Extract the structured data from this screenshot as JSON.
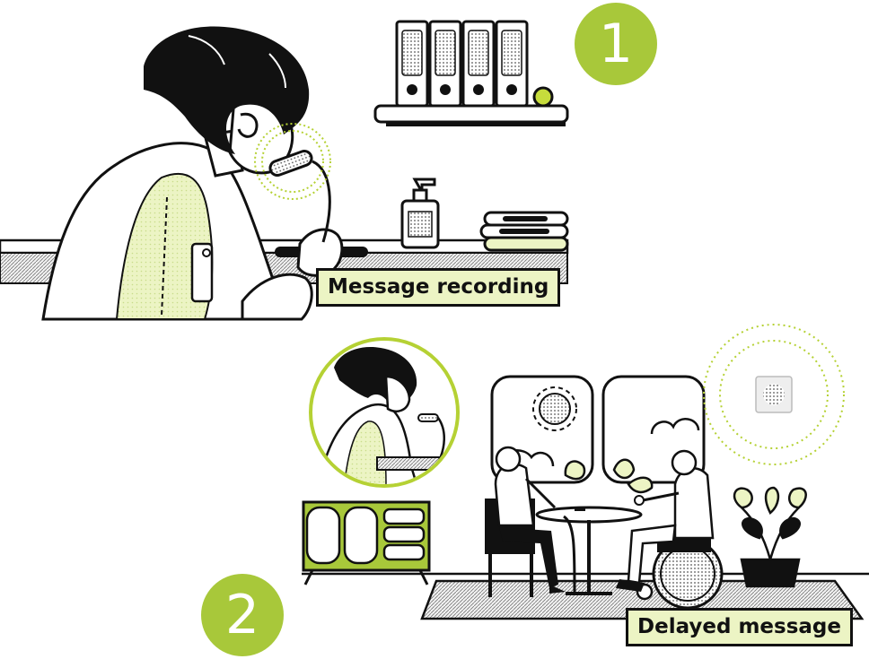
{
  "steps": [
    {
      "number": "1",
      "caption": "Message recording"
    },
    {
      "number": "2",
      "caption": "Delayed message"
    }
  ],
  "colors": {
    "accent_green": "#a8c83a",
    "light_green": "#ecf4c4",
    "ink": "#111111",
    "paper": "#ffffff",
    "grey": "#cfcfcf"
  }
}
